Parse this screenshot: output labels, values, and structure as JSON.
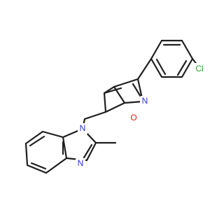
{
  "diagram": {
    "atoms": {
      "chlorine": "Cl",
      "isoxazole_oxygen": "O",
      "isoxazole_nitrogen": "N",
      "benzimidazole_n1": "N",
      "benzimidazole_n3": "N"
    },
    "colors": {
      "bond": "#1f1f1f",
      "nitrogen": "#2f32d8",
      "oxygen": "#ff1616",
      "chlorine": "#2ea12e",
      "background": "#ffffff"
    }
  }
}
